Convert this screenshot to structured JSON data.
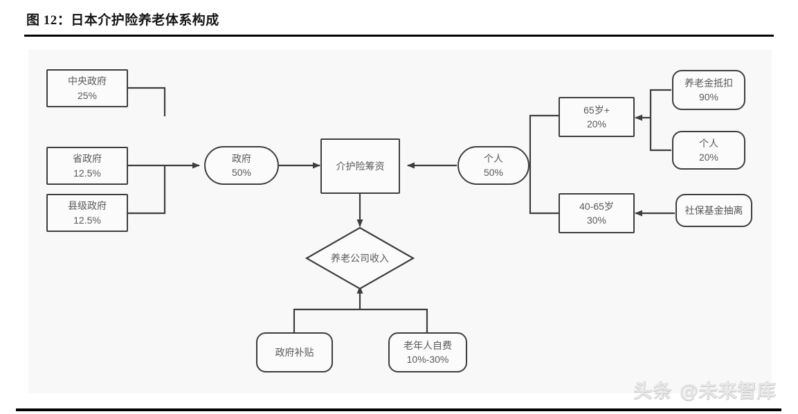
{
  "figure": {
    "title": "图 12：日本介护险养老体系构成"
  },
  "watermark": {
    "text": "头条 @未来智库"
  },
  "colors": {
    "canvas_bg": "#f8f8f8",
    "node_fill": "#fbfbfb",
    "node_stroke": "#3d3d3d",
    "node_text": "#595959",
    "connector": "#3d3d3d",
    "rule": "#000000",
    "watermark": "#e8e8e8"
  },
  "diagram": {
    "type": "flowchart",
    "nodes": [
      {
        "id": "central-gov",
        "shape": "rect",
        "line1": "中央政府",
        "line2": "25%"
      },
      {
        "id": "provincial-gov",
        "shape": "rect",
        "line1": "省政府",
        "line2": "12.5%"
      },
      {
        "id": "county-gov",
        "shape": "rect",
        "line1": "县级政府",
        "line2": "12.5%"
      },
      {
        "id": "government",
        "shape": "stadium",
        "line1": "政府",
        "line2": "50%"
      },
      {
        "id": "ltc-funding",
        "shape": "rect",
        "line1": "介护险筹资",
        "line2": ""
      },
      {
        "id": "individual-50",
        "shape": "stadium",
        "line1": "个人",
        "line2": "50%"
      },
      {
        "id": "age-65-plus",
        "shape": "rect",
        "line1": "65岁+",
        "line2": "20%"
      },
      {
        "id": "age-40-65",
        "shape": "rect",
        "line1": "40-65岁",
        "line2": "30%"
      },
      {
        "id": "pension-deduct",
        "shape": "round",
        "line1": "养老金抵扣",
        "line2": "90%"
      },
      {
        "id": "individual-20",
        "shape": "round",
        "line1": "个人",
        "line2": "20%"
      },
      {
        "id": "social-fund",
        "shape": "round",
        "line1": "社保基金抽离",
        "line2": ""
      },
      {
        "id": "elder-co-revenue",
        "shape": "diamond",
        "line1": "养老公司收入",
        "line2": ""
      },
      {
        "id": "gov-subsidy",
        "shape": "round",
        "line1": "政府补贴",
        "line2": ""
      },
      {
        "id": "elder-self-pay",
        "shape": "round",
        "line1": "老年人自费",
        "line2": "10%-30%"
      }
    ],
    "edges": [
      {
        "from": "central-gov",
        "to": "government",
        "arrow": true
      },
      {
        "from": "provincial-gov",
        "to": "government",
        "arrow": true
      },
      {
        "from": "county-gov",
        "to": "government",
        "arrow": true
      },
      {
        "from": "government",
        "to": "ltc-funding",
        "arrow": true
      },
      {
        "from": "individual-50",
        "to": "ltc-funding",
        "arrow": true
      },
      {
        "from": "age-65-plus",
        "to": "individual-50",
        "arrow": true
      },
      {
        "from": "age-40-65",
        "to": "individual-50",
        "arrow": true
      },
      {
        "from": "pension-deduct",
        "to": "age-65-plus",
        "arrow": true
      },
      {
        "from": "individual-20",
        "to": "age-65-plus",
        "arrow": true
      },
      {
        "from": "social-fund",
        "to": "age-40-65",
        "arrow": true
      },
      {
        "from": "ltc-funding",
        "to": "elder-co-revenue",
        "arrow": true
      },
      {
        "from": "gov-subsidy",
        "to": "elder-co-revenue",
        "arrow": true
      },
      {
        "from": "elder-self-pay",
        "to": "elder-co-revenue",
        "arrow": true
      }
    ]
  }
}
